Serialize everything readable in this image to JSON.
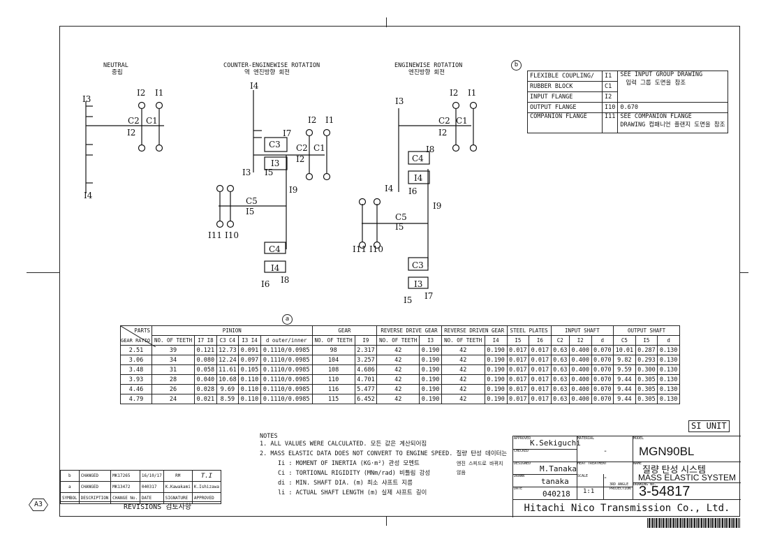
{
  "diagram": {
    "neutral": {
      "title": "NEUTRAL",
      "title_ko": "중립"
    },
    "counter": {
      "title": "COUNTER-ENGINEWISE ROTATION",
      "title_ko": "역 엔진방향 회전"
    },
    "enginewise": {
      "title": "ENGINEWISE ROTATION",
      "title_ko": "엔진방향 회전"
    },
    "labels": {
      "I1": "I1",
      "I2": "I2",
      "I3": "I3",
      "I4": "I4",
      "I5": "I5",
      "I6": "I6",
      "I7": "I7",
      "I8": "I8",
      "I9": "I9",
      "I10": "I10",
      "I11": "I11",
      "C1": "C1",
      "C2": "C2",
      "C3": "C3",
      "C4": "C4",
      "C5": "C5"
    }
  },
  "ref_table": {
    "marker": "b",
    "rows": [
      {
        "part": "FLEXIBLE COUPLING/",
        "sym": "I1",
        "desc": "SEE INPUT GROUP DRAWING"
      },
      {
        "part": "RUBBER BLOCK",
        "sym": "C1",
        "desc": "입력 그룹 도면을 참조"
      },
      {
        "part": "INPUT FLANGE",
        "sym": "I2",
        "desc": ""
      },
      {
        "part": "OUTPUT FLANGE",
        "sym": "I10",
        "desc": "0.670"
      },
      {
        "part": "COMPANION FLANGE",
        "sym": "I11",
        "desc": "SEE COMPANION FLANGE",
        "desc2": "DRAWING 컴패니언 플랜지 도면을 참조"
      }
    ]
  },
  "data_table": {
    "marker": "a",
    "parts_label": "PARTS",
    "gear_ratio_label": "GEAR RATIO",
    "groups": [
      "PINION",
      "GEAR",
      "REVERSE DRIVE GEAR",
      "REVERSE DRIVEN GEAR",
      "STEEL PLATES",
      "INPUT SHAFT",
      "OUTPUT SHAFT"
    ],
    "columns": [
      "NO. OF TEETH",
      "I7 I8",
      "C3 C4",
      "I3 I4",
      "d outer/inner",
      "NO. OF TEETH",
      "I9",
      "NO. OF TEETH",
      "I3",
      "NO. OF TEETH",
      "I4",
      "I5",
      "I6",
      "C2",
      "I2",
      "d",
      "C5",
      "I5",
      "d"
    ],
    "rows": [
      [
        "2.51",
        "39",
        "0.121",
        "12.73",
        "0.091",
        "0.1110/0.0985",
        "98",
        "2.317",
        "42",
        "0.190",
        "42",
        "0.190",
        "0.017",
        "0.017",
        "0.63",
        "0.400",
        "0.070",
        "10.01",
        "0.287",
        "0.130"
      ],
      [
        "3.06",
        "34",
        "0.080",
        "12.24",
        "0.097",
        "0.1110/0.0985",
        "104",
        "3.257",
        "42",
        "0.190",
        "42",
        "0.190",
        "0.017",
        "0.017",
        "0.63",
        "0.400",
        "0.070",
        "9.82",
        "0.293",
        "0.130"
      ],
      [
        "3.48",
        "31",
        "0.058",
        "11.61",
        "0.105",
        "0.1110/0.0985",
        "108",
        "4.686",
        "42",
        "0.190",
        "42",
        "0.190",
        "0.017",
        "0.017",
        "0.63",
        "0.400",
        "0.070",
        "9.59",
        "0.300",
        "0.130"
      ],
      [
        "3.93",
        "28",
        "0.040",
        "10.68",
        "0.110",
        "0.1110/0.0985",
        "110",
        "4.701",
        "42",
        "0.190",
        "42",
        "0.190",
        "0.017",
        "0.017",
        "0.63",
        "0.400",
        "0.070",
        "9.44",
        "0.305",
        "0.130"
      ],
      [
        "4.46",
        "26",
        "0.028",
        "9.69",
        "0.110",
        "0.1110/0.0985",
        "116",
        "5.477",
        "42",
        "0.190",
        "42",
        "0.190",
        "0.017",
        "0.017",
        "0.63",
        "0.400",
        "0.070",
        "9.44",
        "0.305",
        "0.130"
      ],
      [
        "4.79",
        "24",
        "0.021",
        "8.59",
        "0.110",
        "0.1110/0.0985",
        "115",
        "6.452",
        "42",
        "0.190",
        "42",
        "0.190",
        "0.017",
        "0.017",
        "0.63",
        "0.400",
        "0.070",
        "9.44",
        "0.305",
        "0.130"
      ]
    ],
    "si_unit": "SI UNIT"
  },
  "notes": {
    "title": "NOTES",
    "items": [
      "1. ALL VALUES WERE CALCULATED. 모든 값은 계산되어짐",
      "2. MASS ELASTIC DATA DOES NOT CONVERT TO ENGINE SPEED. 질량 탄성 데이터는"
    ],
    "item2_cont": [
      "엔진 스피드로 바뀌지",
      "않음"
    ],
    "defs": [
      "Ii : MOMENT OF INERTIA (KG·m²) 관성 모멘트",
      "Ci : TORTIONAL RIGIDITY (MNm/rad) 비틀림 강성",
      "di : MIN. SHAFT DIA. (m) 최소 샤프트 지름",
      "li : ACTUAL SHAFT LENGTH (m) 실제 샤프트 길이"
    ]
  },
  "revisions": {
    "rows": [
      {
        "sym": "b",
        "desc": "CHANGED",
        "no": "MK17265",
        "date": "16/10/17",
        "by": "RM",
        "sig": "T.I"
      },
      {
        "sym": "a",
        "desc": "CHANGED",
        "no": "MK13472",
        "date": "040317",
        "by": "K.Kawakami",
        "sig": "K.Ishizawa"
      }
    ],
    "headers": {
      "sym": "SYMBOL",
      "desc": "DESCRIPTION",
      "no": "CHANGE No.",
      "date": "DATE",
      "sig": "SIGNATURE",
      "appr": "APPROVED"
    },
    "title": "REVISIONS 검토사항"
  },
  "title_block": {
    "approved_label": "APPROVED",
    "approved": "K.Sekiguchi",
    "checked_label": "CHECKED",
    "designed_label": "DESIGNED",
    "designed": "M.Tanaka",
    "drawn_label": "DRAWN",
    "drawn": "tanaka",
    "date_label": "DATE",
    "date": "040218",
    "material_label": "MATERIAL",
    "material": "-",
    "heat_label": "HEAT TREATMENT",
    "heat": "-",
    "scale_label": "SCALE",
    "scale": "1:1",
    "projection": "3RD ANGLE PROJECTION",
    "model_label": "MODEL",
    "model": "MGN90BL",
    "name_label": "NAME",
    "name_ko": "질량 탄성 시스템",
    "name_en": "MASS ELASTIC SYSTEM",
    "drawing_no_label": "DRAWING No.",
    "drawing_no": "3-54817",
    "company": "Hitachi Nico Transmission Co., Ltd."
  },
  "sheet": "A3"
}
